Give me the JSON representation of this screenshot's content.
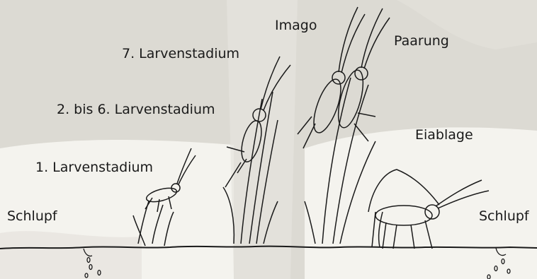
{
  "diagram": {
    "stages": {
      "imago": "Imago",
      "paarung": "Paarung",
      "larvenstadium_7": "7. Larvenstadium",
      "larvenstadium_2_6": "2. bis 6. Larvenstadium",
      "eiablage": "Eiablage",
      "larvenstadium_1": "1. Larvenstadium",
      "schlupf_left": "Schlupf",
      "schlupf_right": "Schlupf"
    },
    "colors": {
      "background": "#dcdad3",
      "light_patch": "#f6f5f0",
      "ink": "#1a1a1a"
    },
    "icons": [
      "grasshopper-larva-icon",
      "grasshopper-adult-icon",
      "mating-pair-icon",
      "egg-laying-female-icon",
      "grass-tuft-icon",
      "egg-icon"
    ]
  }
}
